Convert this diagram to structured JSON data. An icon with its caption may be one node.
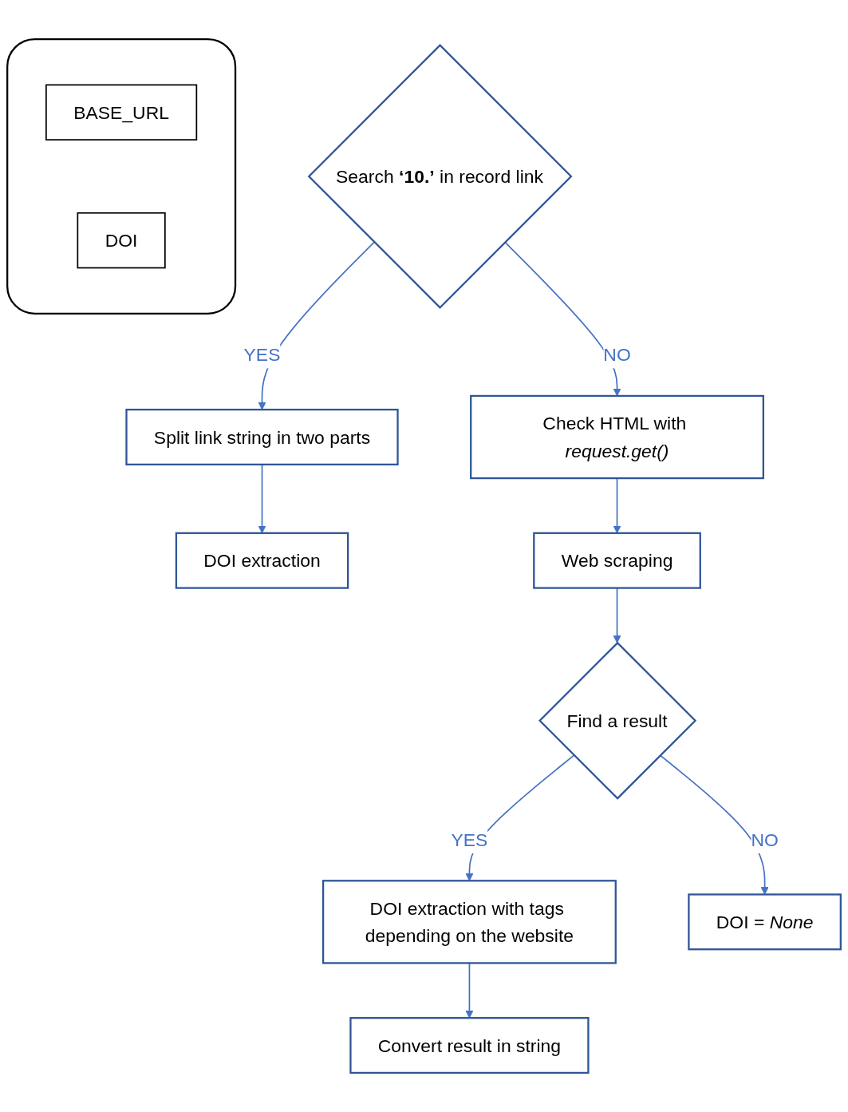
{
  "diagram": {
    "nodes": [
      {
        "text": [],
        "shape": "box"
      },
      {
        "text": [
          "BASE_URL"
        ],
        "in": 0
      },
      {
        "text": [
          "DOI"
        ],
        "in": 0
      },
      {
        "text": [
          "Search **‘10.’** in record link"
        ]
      },
      {
        "text": [
          "Split link string in two parts"
        ]
      },
      {
        "text": [
          "DOI extraction"
        ]
      },
      {
        "text": [
          "Check HTML with *request.get()*"
        ]
      },
      {
        "text": [
          "Web scraping"
        ]
      },
      {
        "text": [
          "Find a result"
        ]
      },
      {
        "text": [
          "DOI extraction with tags depending on the website"
        ]
      },
      {
        "text": [
          "DOI = *None*"
        ]
      },
      {
        "text": [
          "Convert result in string"
        ]
      }
    ],
    "edges": [
      {
        "from": 3,
        "to": 4,
        "arrow": "to",
        "label": "YES"
      },
      {
        "from": 4,
        "to": 5,
        "arrow": "to"
      },
      {
        "from": 3,
        "to": 6,
        "arrow": "to",
        "label": "NO"
      },
      {
        "from": 6,
        "to": 7,
        "arrow": "to"
      },
      {
        "from": 7,
        "to": 8,
        "arrow": "to"
      },
      {
        "from": 8,
        "to": 9,
        "arrow": "to",
        "label": "YES"
      },
      {
        "from": 9,
        "to": 11,
        "arrow": "to"
      },
      {
        "from": 8,
        "to": 10,
        "arrow": "to",
        "label": "NO"
      }
    ]
  }
}
